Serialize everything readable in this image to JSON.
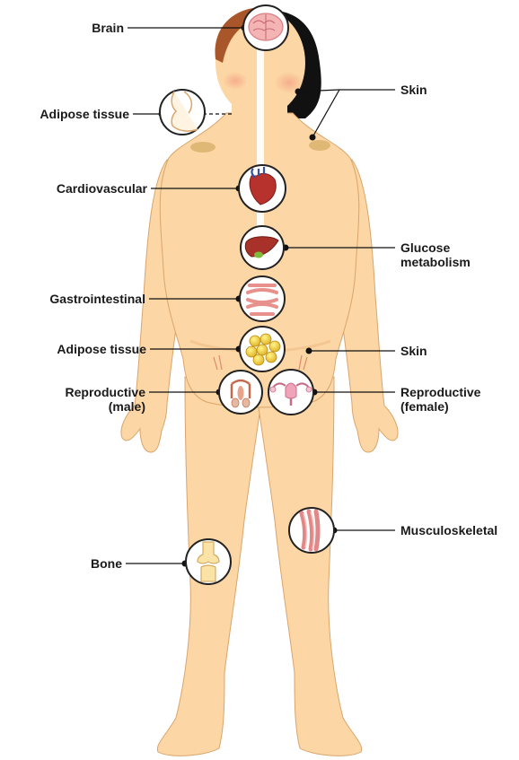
{
  "colors": {
    "skin": "#fcd6a4",
    "skin_shadow": "#f2c08a",
    "hair_front": "#a9572a",
    "hair_back": "#111111",
    "line": "#111111",
    "circle_border": "#222222",
    "body_centerline": "#ffffff"
  },
  "labels": {
    "brain": "Brain",
    "adipose_upper": "Adipose tissue",
    "skin_upper": "Skin",
    "cardiovascular": "Cardiovascular",
    "glucose_1": "Glucose",
    "glucose_2": "metabolism",
    "gastrointestinal": "Gastrointestinal",
    "adipose_lower": "Adipose tissue",
    "skin_lower": "Skin",
    "repro_male_1": "Reproductive",
    "repro_male_2": "(male)",
    "repro_female_1": "Reproductive",
    "repro_female_2": "(female)",
    "bone": "Bone",
    "musculoskeletal": "Musculoskeletal"
  },
  "icons": [
    "brain-icon",
    "neck-silhouette-icon",
    "heart-icon",
    "liver-icon",
    "intestine-icon",
    "fat-cells-icon",
    "male-reproductive-icon",
    "female-reproductive-icon",
    "knee-joint-icon",
    "muscle-icon"
  ]
}
